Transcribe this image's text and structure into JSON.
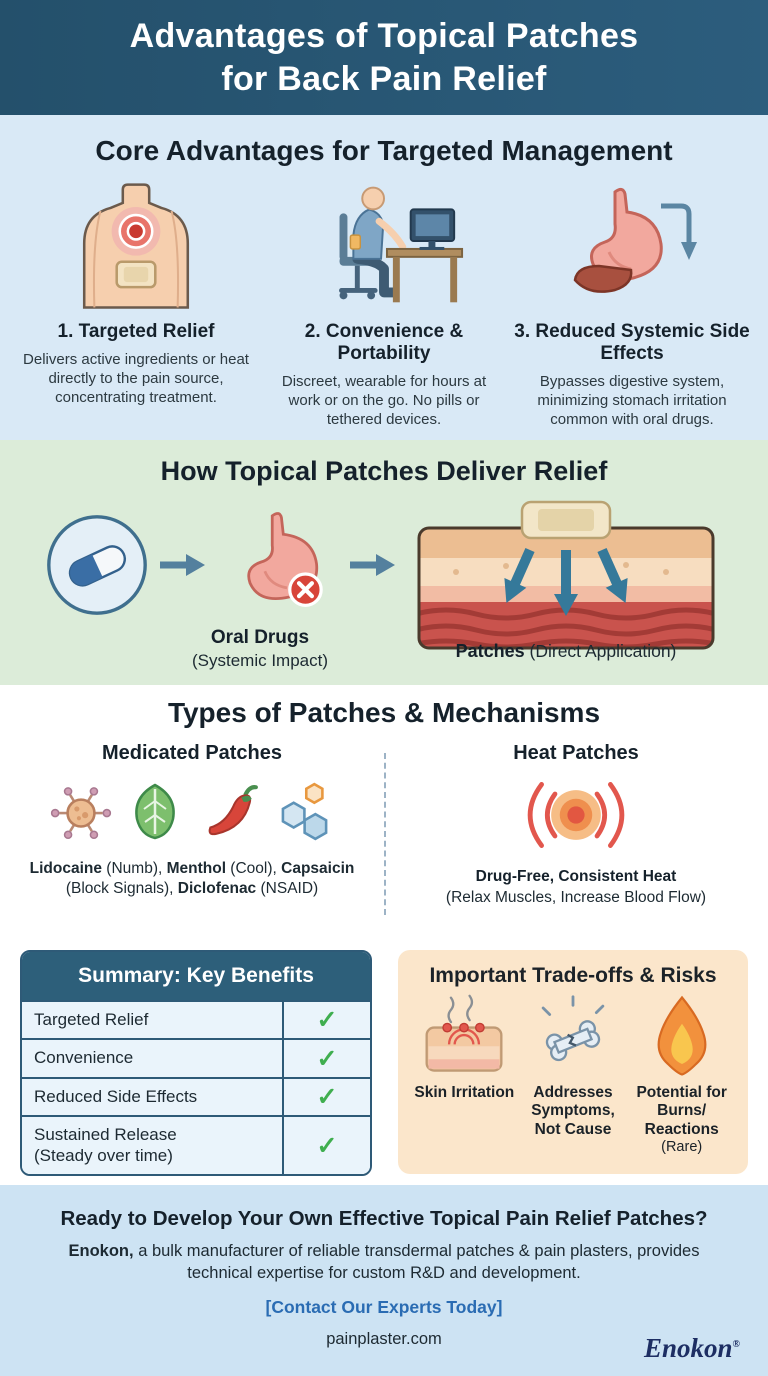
{
  "header": {
    "title_line1": "Advantages of Topical Patches",
    "title_line2": "for Back Pain Relief"
  },
  "core": {
    "heading": "Core Advantages for Targeted Management",
    "items": [
      {
        "title": "1. Targeted Relief",
        "body": "Delivers active ingredients or heat directly to the pain source, concentrating treatment."
      },
      {
        "title": "2. Convenience & Portability",
        "body": "Discreet, wearable for hours at work or on the go. No pills or tethered devices."
      },
      {
        "title": "3. Reduced Systemic Side Effects",
        "body": "Bypasses digestive system, minimizing stomach irritation common with oral drugs."
      }
    ]
  },
  "how": {
    "heading": "How Topical Patches Deliver Relief",
    "oral_bold": "Oral Drugs",
    "oral_rest": "(Systemic Impact)",
    "patch_bold": "Patches",
    "patch_rest": " (Direct Application)"
  },
  "types": {
    "heading": "Types of Patches & Mechanisms",
    "medicated": {
      "title": "Medicated Patches",
      "segments": [
        {
          "b": "Lidocaine",
          "r": " (Numb), "
        },
        {
          "b": "Menthol",
          "r": " (Cool), "
        },
        {
          "b": "Capsaicin",
          "r": " (Block Signals), "
        },
        {
          "b": "Diclofenac",
          "r": " (NSAID)"
        }
      ]
    },
    "heat": {
      "title": "Heat Patches",
      "line1": "Drug-Free, Consistent Heat",
      "line2": "(Relax Muscles, Increase Blood Flow)"
    }
  },
  "summary": {
    "heading": "Summary: Key Benefits",
    "rows": [
      {
        "label": "Targeted Relief",
        "status": "✓"
      },
      {
        "label": "Convenience",
        "status": "✓"
      },
      {
        "label": "Reduced Side Effects",
        "status": "✓"
      },
      {
        "label": "Sustained Release",
        "sub": "(Steady over time)",
        "status": "✓"
      }
    ]
  },
  "tradeoffs": {
    "heading": "Important Trade-offs & Risks",
    "items": [
      {
        "label": "Skin Irritation",
        "note": ""
      },
      {
        "label": "Addresses Symptoms, Not Cause",
        "note": ""
      },
      {
        "label": "Potential for Burns/ Reactions",
        "note": "(Rare)"
      }
    ]
  },
  "footer": {
    "headline": "Ready to Develop Your Own Effective Topical Pain Relief Patches?",
    "body_bold": "Enokon,",
    "body_rest": " a bulk manufacturer of reliable transdermal patches & pain plasters, provides technical expertise for custom R&D and development.",
    "cta": "[Contact Our Experts Today]",
    "site": "painplaster.com",
    "logo": "Enokon",
    "registered": "®"
  },
  "colors": {
    "header_bg": "#2a5573",
    "core_bg": "#d9e9f6",
    "how_bg": "#dcecd9",
    "summary_header_bg": "#2d5f7a",
    "tradeoffs_bg": "#fbe6cb",
    "footer_bg": "#cde3f3",
    "arrow_teal": "#35799a",
    "check_green": "#3fae4f",
    "link_blue": "#2a6cb3",
    "logo_navy": "#1d2e63"
  }
}
